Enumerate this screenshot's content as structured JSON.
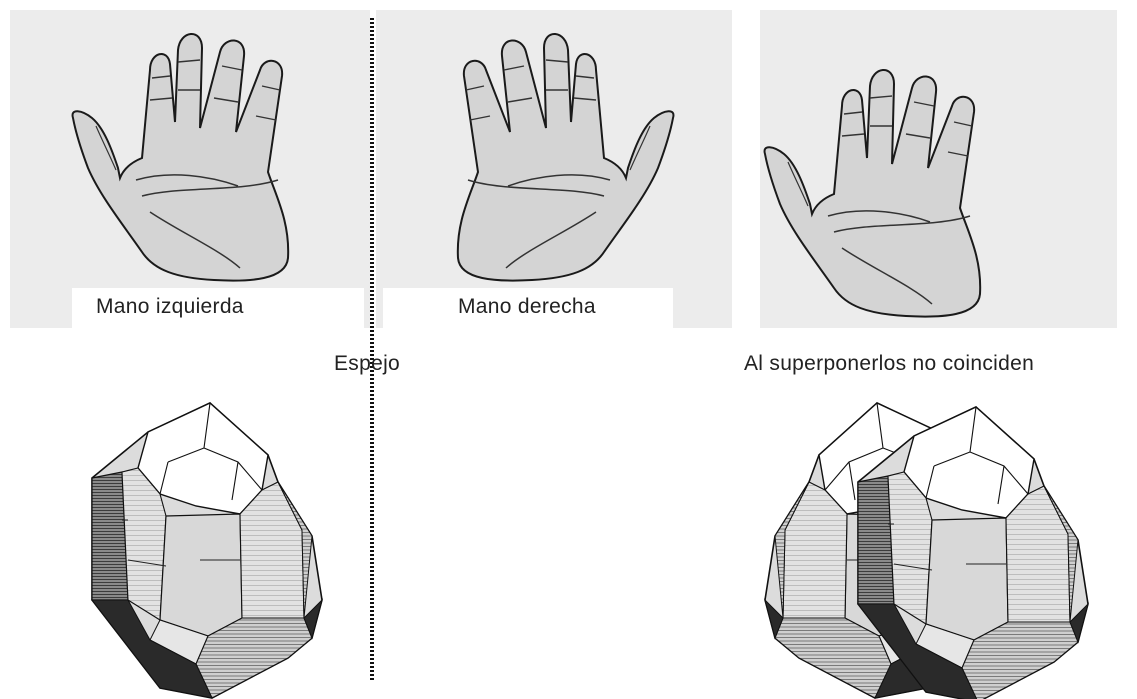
{
  "labels": {
    "left_hand": "Mano izquierda",
    "right_hand": "Mano derecha",
    "mirror": "Espejo",
    "superposed": "Al superponerlos no coinciden"
  },
  "colors": {
    "panel": "#ececec",
    "skin": "#d2d2d2",
    "outline": "#1a1a1a",
    "crystal_light": "#ffffff",
    "crystal_mid": "#dcdcdc",
    "crystal_dark": "#8c8c8c",
    "crystal_black": "#2a2a2a"
  }
}
